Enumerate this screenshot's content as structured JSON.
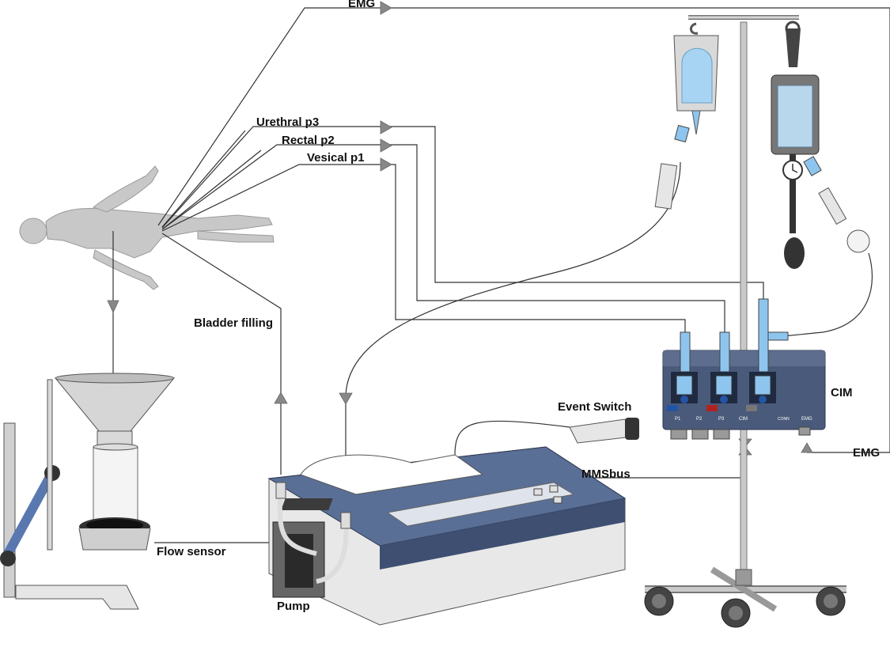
{
  "diagram": {
    "labels": {
      "emg_top": "EMG",
      "urethral": "Urethral p3",
      "rectal": "Rectal p2",
      "vesical": "Vesical p1",
      "bladder_filling": "Bladder filling",
      "event_switch": "Event Switch",
      "cim": "CIM",
      "emg_right": "EMG",
      "mmsbus": "MMSbus",
      "flow_sensor": "Flow sensor",
      "pump": "Pump"
    },
    "cim_ports": {
      "p1": "P1",
      "p2": "P2",
      "p3": "P3",
      "cim": "CIM",
      "emg": "EMG",
      "conn": "CONN"
    },
    "colors": {
      "silhouette": "#c8c8c8",
      "device_blue": "#5a6f95",
      "device_dark": "#3e4f72",
      "cim_body": "#4a5a7a",
      "fluid_blue": "#8ec5ee",
      "metal": "#b8b8b8",
      "arrow_gray": "#888888"
    }
  }
}
